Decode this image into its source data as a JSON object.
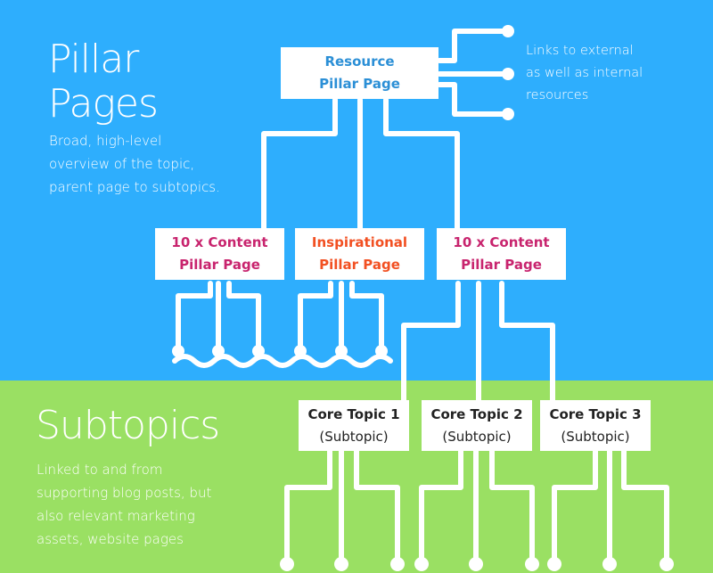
{
  "colors": {
    "top_background": "#2eaefd",
    "bottom_background": "#9ae063",
    "resource_text": "#2b8fd6",
    "content_text": "#c8246e",
    "inspirational_text": "#f25022",
    "core_text": "#222222",
    "lines": "#ffffff"
  },
  "pillar_section": {
    "title_line1": "Pillar",
    "title_line2": "Pages",
    "description": [
      "Broad, high-level",
      "overview of the topic,",
      "parent page to subtopics."
    ]
  },
  "subtopic_section": {
    "title": "Subtopics",
    "description": [
      "Linked to and from",
      "supporting blog posts, but",
      "also relevant marketing",
      "assets, website pages"
    ]
  },
  "links_note": [
    "Links to external",
    "as well as internal",
    "resources"
  ],
  "nodes": {
    "resource": {
      "line1": "Resource",
      "line2": "Pillar Page"
    },
    "content_left": {
      "line1": "10 x Content",
      "line2": "Pillar Page"
    },
    "inspirational": {
      "line1": "Inspirational",
      "line2": "Pillar Page"
    },
    "content_right": {
      "line1": "10 x Content",
      "line2": "Pillar Page"
    },
    "core_topics": [
      {
        "line1": "Core Topic 1",
        "line2": "(Subtopic)"
      },
      {
        "line1": "Core Topic 2",
        "line2": "(Subtopic)"
      },
      {
        "line1": "Core Topic 3",
        "line2": "(Subtopic)"
      }
    ]
  }
}
